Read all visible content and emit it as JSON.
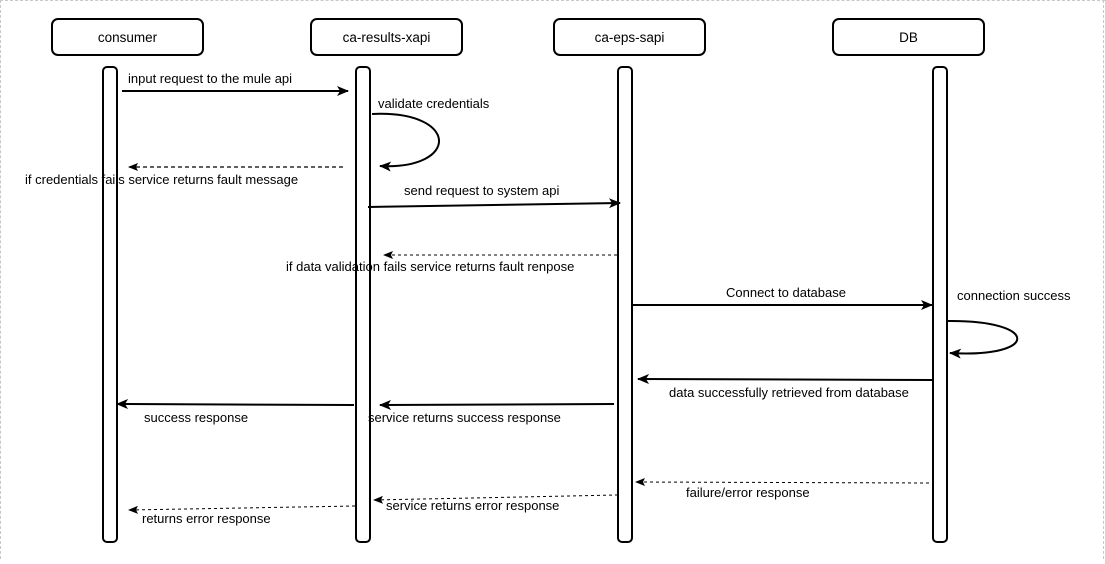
{
  "participants": [
    {
      "id": "consumer",
      "label": "consumer"
    },
    {
      "id": "xapi",
      "label": "ca-results-xapi"
    },
    {
      "id": "sapi",
      "label": "ca-eps-sapi"
    },
    {
      "id": "db",
      "label": "DB"
    }
  ],
  "messages": [
    {
      "label": "input request to the mule api",
      "from": "consumer",
      "to": "ca-results-xapi",
      "style": "solid"
    },
    {
      "label": "validate credentials",
      "from": "ca-results-xapi",
      "to": "ca-results-xapi",
      "style": "solid"
    },
    {
      "label": "if credentials fails service returns fault message",
      "from": "ca-results-xapi",
      "to": "consumer",
      "style": "dashed"
    },
    {
      "label": "send request to system api",
      "from": "ca-results-xapi",
      "to": "ca-eps-sapi",
      "style": "solid"
    },
    {
      "label": "if  data validation fails service returns fault renpose",
      "from": "ca-eps-sapi",
      "to": "ca-results-xapi",
      "style": "dashed"
    },
    {
      "label": "Connect to database",
      "from": "ca-eps-sapi",
      "to": "DB",
      "style": "solid"
    },
    {
      "label": "connection success",
      "from": "DB",
      "to": "DB",
      "style": "solid"
    },
    {
      "label": "data successfully retrieved from database",
      "from": "DB",
      "to": "ca-eps-sapi",
      "style": "solid"
    },
    {
      "label": "service returns success response",
      "from": "ca-eps-sapi",
      "to": "ca-results-xapi",
      "style": "solid"
    },
    {
      "label": "success response",
      "from": "ca-results-xapi",
      "to": "consumer",
      "style": "solid"
    },
    {
      "label": "failure/error response",
      "from": "DB",
      "to": "ca-eps-sapi",
      "style": "dashed"
    },
    {
      "label": "service returns error response",
      "from": "ca-eps-sapi",
      "to": "ca-results-xapi",
      "style": "dashed"
    },
    {
      "label": "returns error response",
      "from": "ca-results-xapi",
      "to": "consumer",
      "style": "dashed"
    }
  ]
}
